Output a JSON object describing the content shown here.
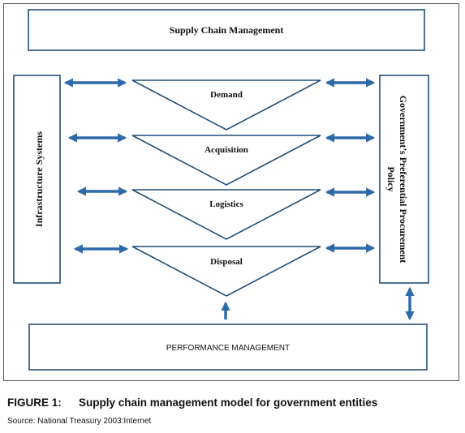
{
  "diagram": {
    "top_box_label": "Supply Chain Management",
    "left_box_label": "Infrastructure Systems",
    "right_box_label_line1": "Government’s Preferential Procurement",
    "right_box_label_line2": "Policy",
    "bottom_box_label": "PERFORMANCE MANAGEMENT",
    "stages": [
      "Demand",
      "Acquisition",
      "Logistics",
      "Disposal"
    ],
    "colors": {
      "box_border": "#1f4e79",
      "arrow": "#2e6aa8",
      "triangle": "#1f4e79",
      "frame": "#555555"
    }
  },
  "caption": {
    "figure_number": "FIGURE 1:",
    "title": "Supply chain management model for government entities",
    "source": "Source: National Treasury 2003:Internet"
  }
}
